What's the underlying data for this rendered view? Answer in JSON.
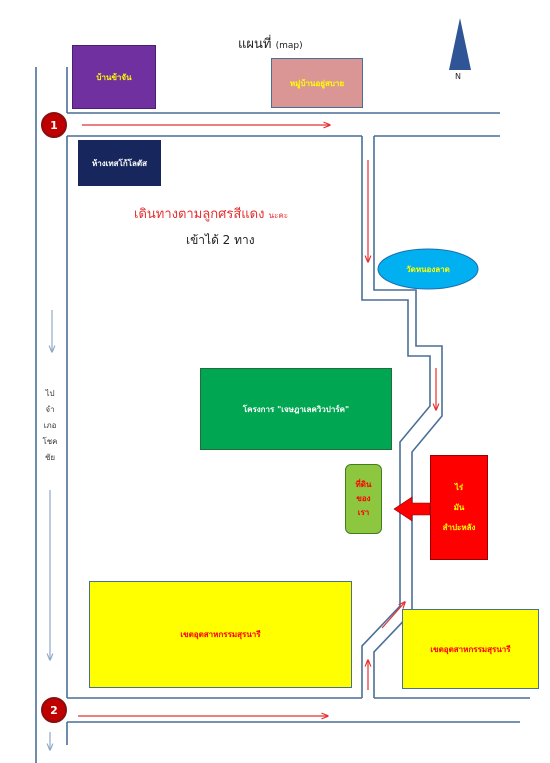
{
  "map": {
    "title": "แผนที่",
    "title_suffix": "(map)",
    "north_label": "N",
    "instruction": "เดินทางตามลูกศรสีแดง",
    "instruction_suffix": "นะคะ",
    "entrances": "เข้าได้ 2 ทาง",
    "route_marker_1": "1",
    "route_marker_2": "2",
    "side_label_lines": [
      "ไป",
      "จำ",
      "เภอ",
      "โชค",
      "ชัย"
    ],
    "places": {
      "ban_chan": "บ้านข้าจัน",
      "village_top": "หมู่บ้านอยู่สบาย",
      "mall": "ห้างเทสโก้โลตัส",
      "temple": "วัดหนองลาด",
      "project": "โครงการ \"เจษฎาเลควิวปาร์ค\"",
      "our_site_lines": [
        "ที่ดิน",
        "ของ",
        "เรา"
      ],
      "farm_lines": [
        "ไร่",
        "มัน",
        "สำปะหลัง"
      ],
      "industrial_left": "เขตอุตสาหกรรมสุรนารี",
      "industrial_right": "เขตอุตสาหกรรมสุรนารี"
    },
    "colors": {
      "road_stroke": "#4a6f96",
      "route_arrow": "#e53030",
      "direction_arrow": "#8fa8c8",
      "purple": "#7030a0",
      "pink": "#d99694",
      "navy": "#17265c",
      "sky": "#00b0f0",
      "green": "#00a651",
      "light_green": "#8dc63f",
      "red": "#ff0000",
      "yellow": "#ffff00",
      "marker": "#c00000",
      "north": "#2f5597"
    }
  }
}
